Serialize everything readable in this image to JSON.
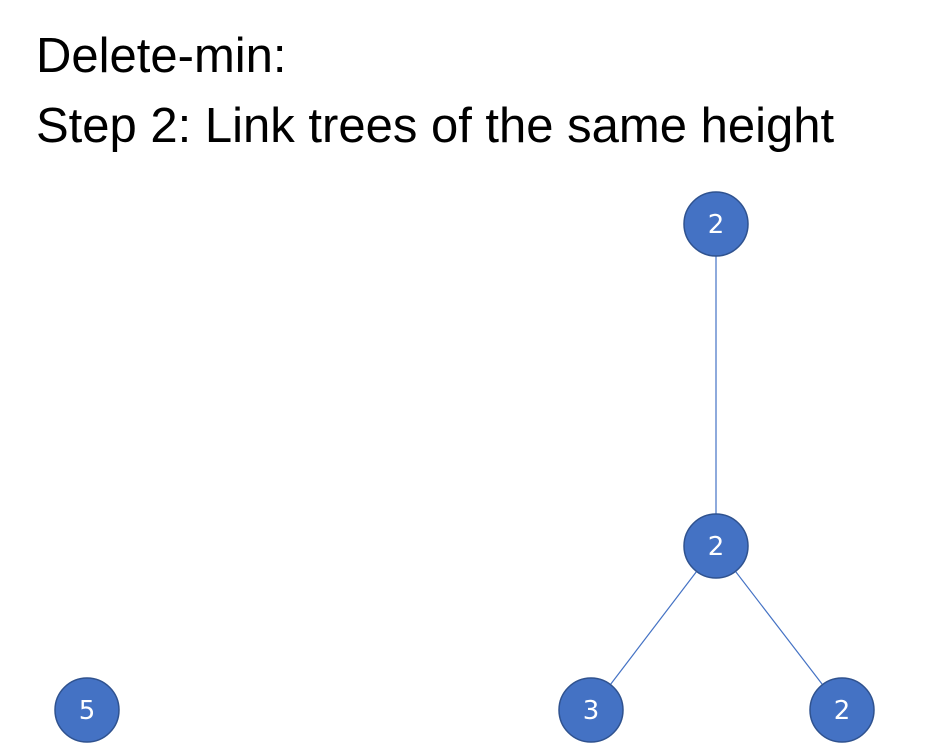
{
  "title": {
    "line1": "Delete-min:",
    "line2": "Step 2: Link trees of the same height"
  },
  "colors": {
    "node_fill": "#4472c4",
    "node_stroke": "#2f528f",
    "edge": "#4472c4",
    "text": "#000000",
    "background": "#ffffff"
  },
  "trees": [
    {
      "nodes": [
        {
          "id": "n5",
          "label": "5"
        }
      ],
      "edges": []
    },
    {
      "nodes": [
        {
          "id": "root",
          "label": "2"
        },
        {
          "id": "mid",
          "label": "2"
        },
        {
          "id": "leaf-left",
          "label": "3"
        },
        {
          "id": "leaf-right",
          "label": "2"
        }
      ],
      "edges": [
        {
          "from": "root",
          "to": "mid"
        },
        {
          "from": "mid",
          "to": "leaf-left"
        },
        {
          "from": "mid",
          "to": "leaf-right"
        }
      ]
    }
  ]
}
